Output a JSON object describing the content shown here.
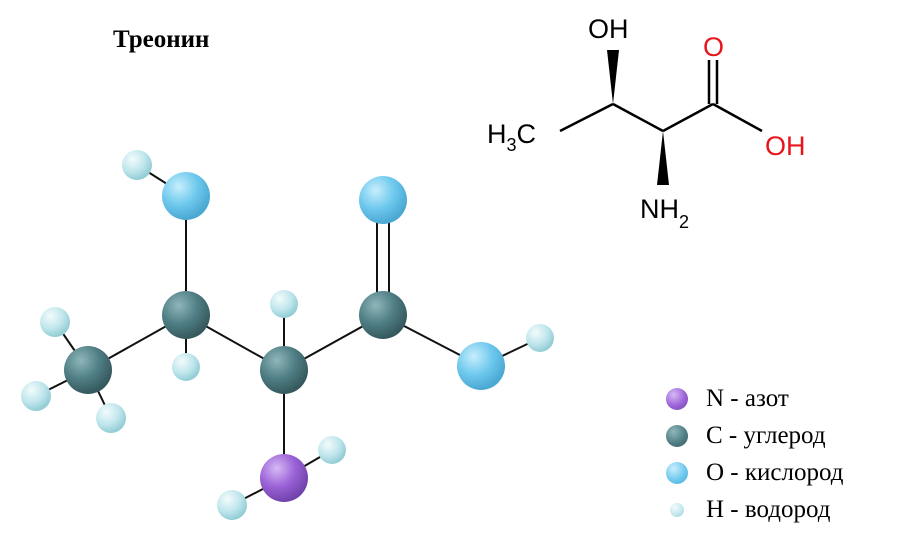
{
  "title": "Треонин",
  "colors": {
    "N": "#9a62d6",
    "C": "#4f7f85",
    "O": "#6fc9ee",
    "H": "#bfe6ec",
    "bond": "#111111",
    "red": "#e8141c"
  },
  "skeletal": {
    "oh_top": "OH",
    "o_double": "O",
    "oh_acid": "OH",
    "methyl_h": "H",
    "methyl_sub": "3",
    "methyl_c": "C",
    "amine": "NH",
    "amine_sub": "2"
  },
  "legend": [
    {
      "symbol": "N",
      "label": "N - азот"
    },
    {
      "symbol": "C",
      "label": "C - углерод"
    },
    {
      "symbol": "O",
      "label": "O - кислород"
    },
    {
      "symbol": "H",
      "label": "H - водород"
    }
  ]
}
